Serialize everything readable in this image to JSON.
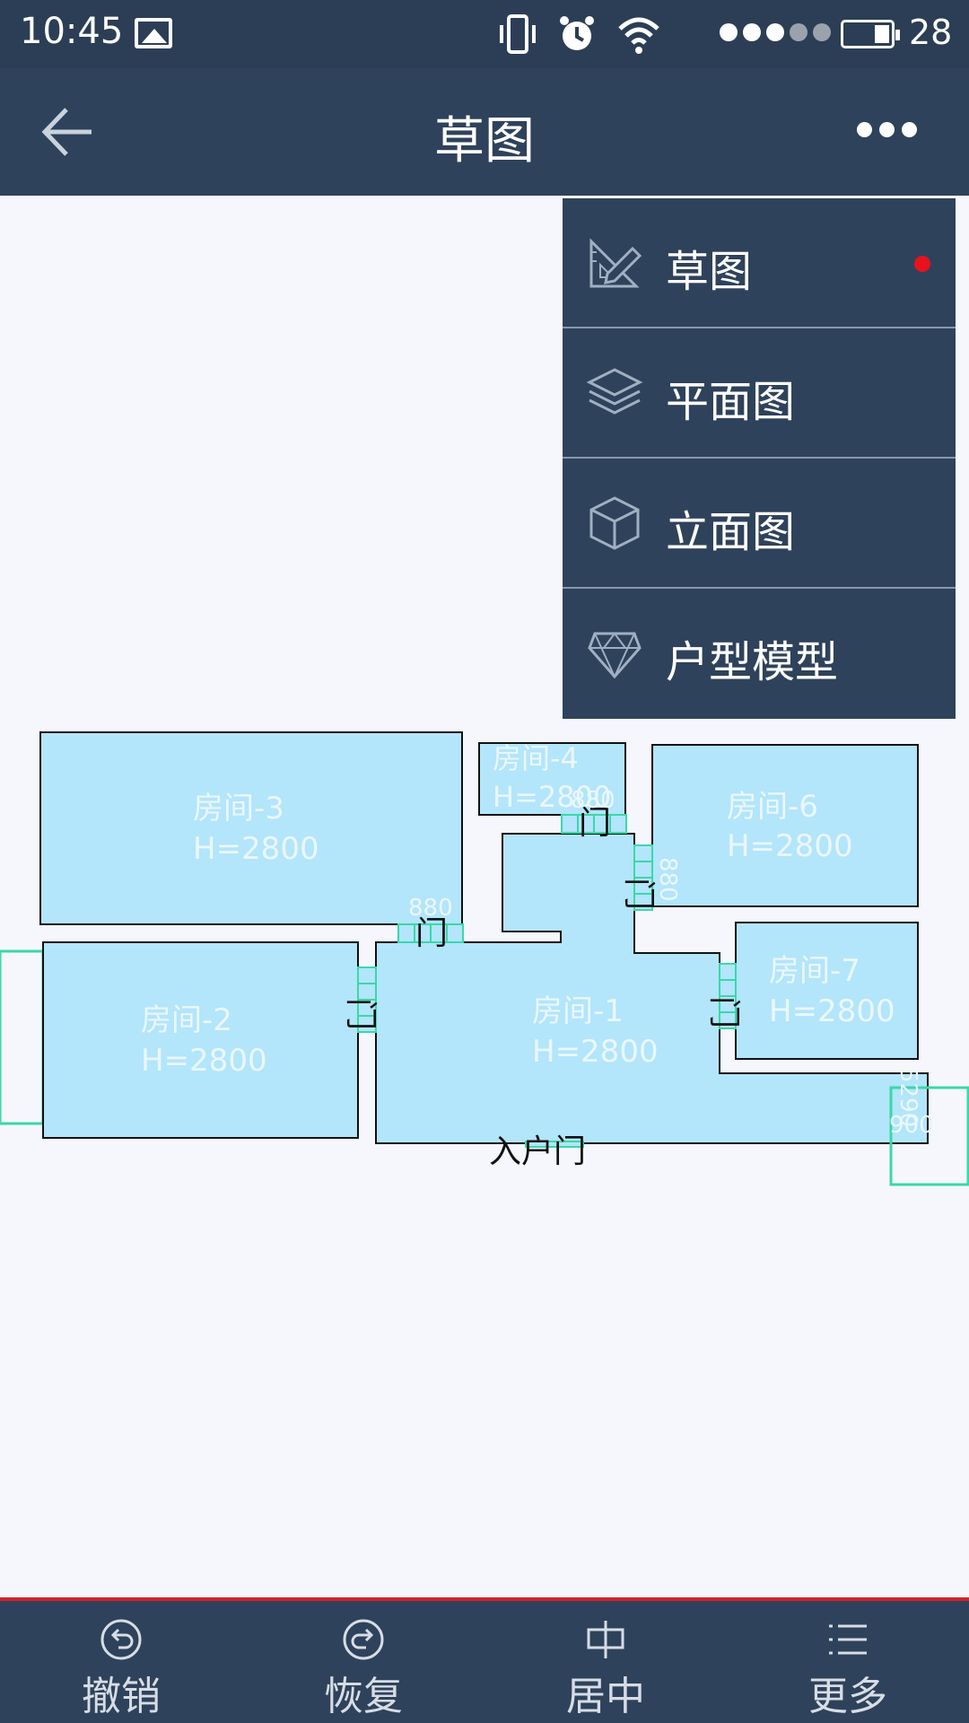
{
  "status_bar": {
    "time": "10:45",
    "battery_level": "28"
  },
  "title_bar": {
    "title": "草图"
  },
  "menu": {
    "items": [
      {
        "label": "草图",
        "icon": "ruler-pencil-icon",
        "selected": true
      },
      {
        "label": "平面图",
        "icon": "layers-icon",
        "selected": false
      },
      {
        "label": "立面图",
        "icon": "cube-icon",
        "selected": false
      },
      {
        "label": "户型模型",
        "icon": "wireframe-model-icon",
        "selected": false
      }
    ],
    "selected_dot_color": "#e8121f"
  },
  "floorplan": {
    "rooms": [
      {
        "name": "房间-3",
        "height_label": "H=2800"
      },
      {
        "name": "房间-4",
        "height_label": "H=2800"
      },
      {
        "name": "房间-6",
        "height_label": "H=2800"
      },
      {
        "name": "房间-2",
        "height_label": "H=2800"
      },
      {
        "name": "房间-1",
        "height_label": "H=2800"
      },
      {
        "name": "房间-7",
        "height_label": "H=2800"
      }
    ],
    "door_label": "门",
    "entrance_label": "入户门",
    "dimensions": [
      "880",
      "880",
      "880",
      "5290",
      "900"
    ],
    "room_fill": "#b3e5fb",
    "door_color": "#3ad8a8"
  },
  "toolbar": {
    "items": [
      {
        "label": "撤销",
        "icon": "undo-icon"
      },
      {
        "label": "恢复",
        "icon": "redo-icon"
      },
      {
        "label": "居中",
        "icon": "center-icon"
      },
      {
        "label": "更多",
        "icon": "list-icon"
      }
    ],
    "accent_color": "#d4222a"
  }
}
